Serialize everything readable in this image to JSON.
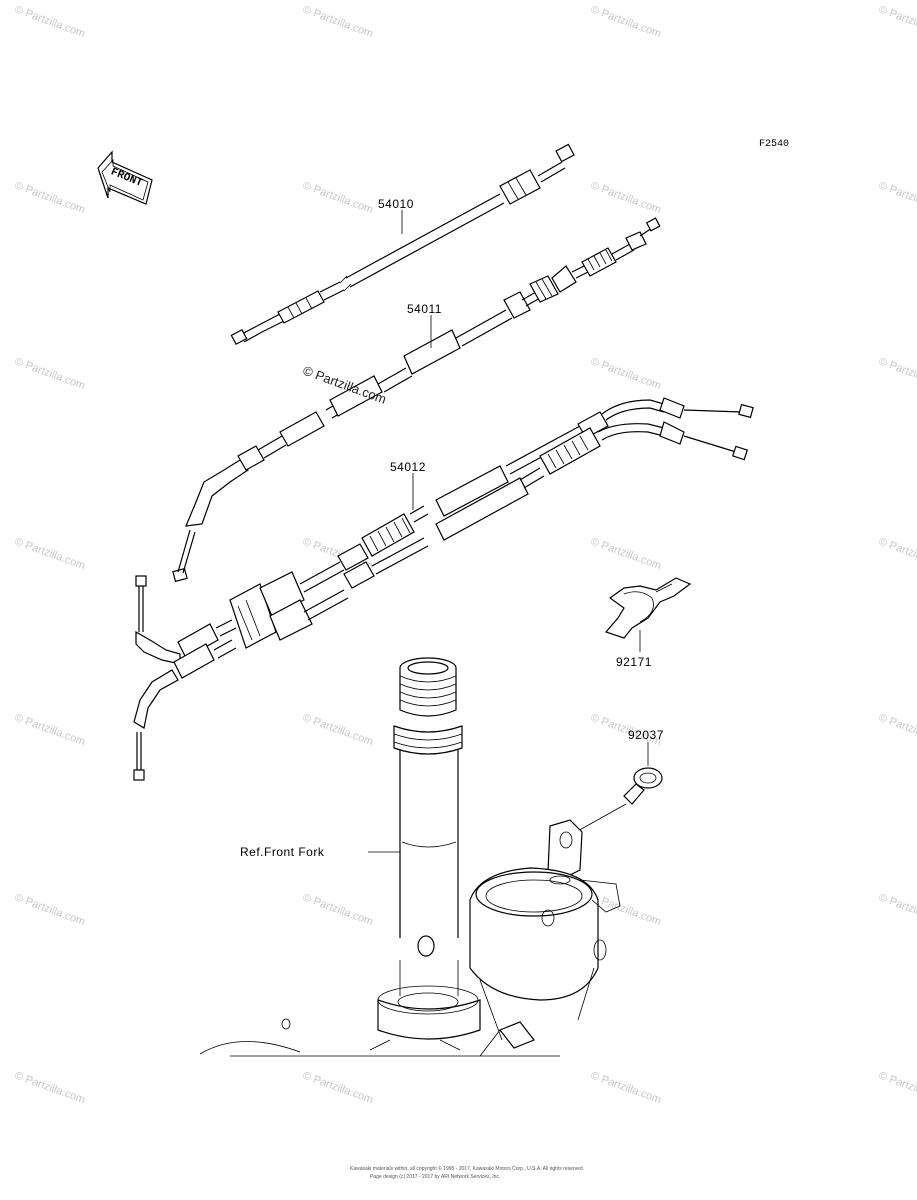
{
  "diagram": {
    "code": "F2540",
    "front_arrow": "FRONT",
    "parts": [
      {
        "id": "54010"
      },
      {
        "id": "54011"
      },
      {
        "id": "54012"
      },
      {
        "id": "92171"
      },
      {
        "id": "92037"
      }
    ],
    "reference": "Ref.Front Fork",
    "watermark": "© Partzilla.com",
    "footer_line1": "Kawasaki materials within, all copyright © 1995 - 2017, Kawasaki Motors Corp., U.S.A. All rights reserved.",
    "footer_line2": "Page design (c) 2017 - 2017 by ARI Network Services, Inc."
  }
}
